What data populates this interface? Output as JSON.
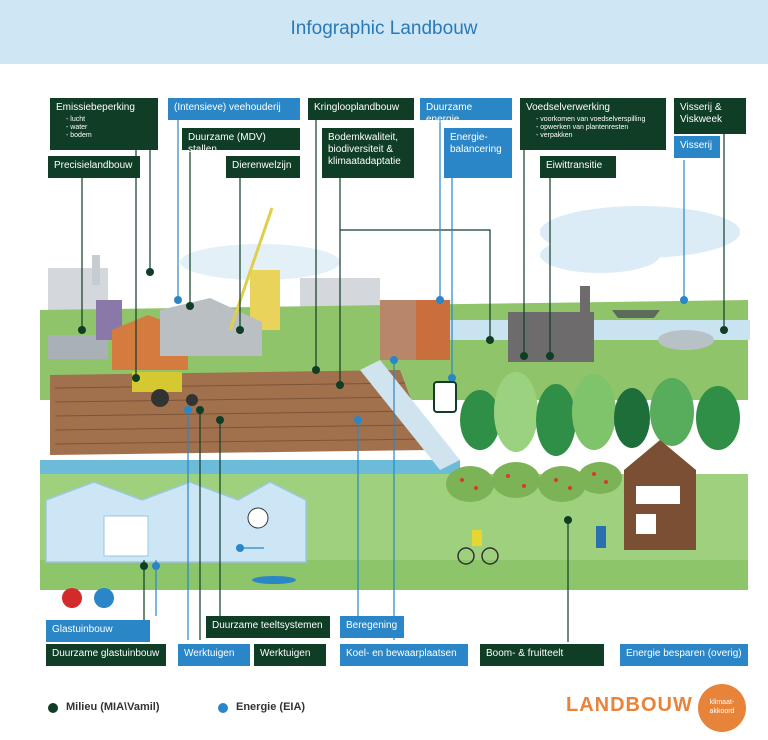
{
  "title": "Infographic Landbouw",
  "labels": {
    "emissie": "Emissiebeperking",
    "emissie_subs": [
      "- lucht",
      "- water",
      "- bodem"
    ],
    "precisie": "Precisielandbouw",
    "veehouderij": "(Intensieve) veehouderij",
    "mdv": "Duurzame (MDV) stallen",
    "dierenwelzijn": "Dierenwelzijn",
    "kringloop": "Kringlooplandbouw",
    "bodem": "Bodemkwaliteit, biodiversiteit & klimaatadaptatie",
    "duurzame_energie": "Duurzame energie",
    "energiebalancering": "Energie-balancering",
    "voedsel": "Voedselverwerking",
    "voedsel_subs": [
      "- voorkomen van voedselverspilling",
      "- opwerken van plantenresten",
      "- verpakken"
    ],
    "eiwit": "Eiwittransitie",
    "visserij_viskweek": "Visserij & Viskweek",
    "visserij": "Visserij",
    "glastuinbouw": "Glastuinbouw",
    "duurzame_glastuinbouw": "Duurzame glastuinbouw",
    "werktuigen_b": "Werktuigen",
    "werktuigen_g": "Werktuigen",
    "teeltsystemen": "Duurzame teeltsystemen",
    "beregening": "Beregening",
    "koel": "Koel- en bewaarplaatsen",
    "boom": "Boom- & fruitteelt",
    "energie_besparen": "Energie besparen (overig)"
  },
  "legend": {
    "milieu": "Milieu (MIA\\Vamil)",
    "energie": "Energie (EIA)"
  },
  "brand": "LANDBOUW",
  "badge": "klimaat-akkoord",
  "colors": {
    "green": "#0f3d25",
    "blue": "#2a86c6",
    "orange": "#e8833a",
    "header": "#cfe6f5"
  }
}
